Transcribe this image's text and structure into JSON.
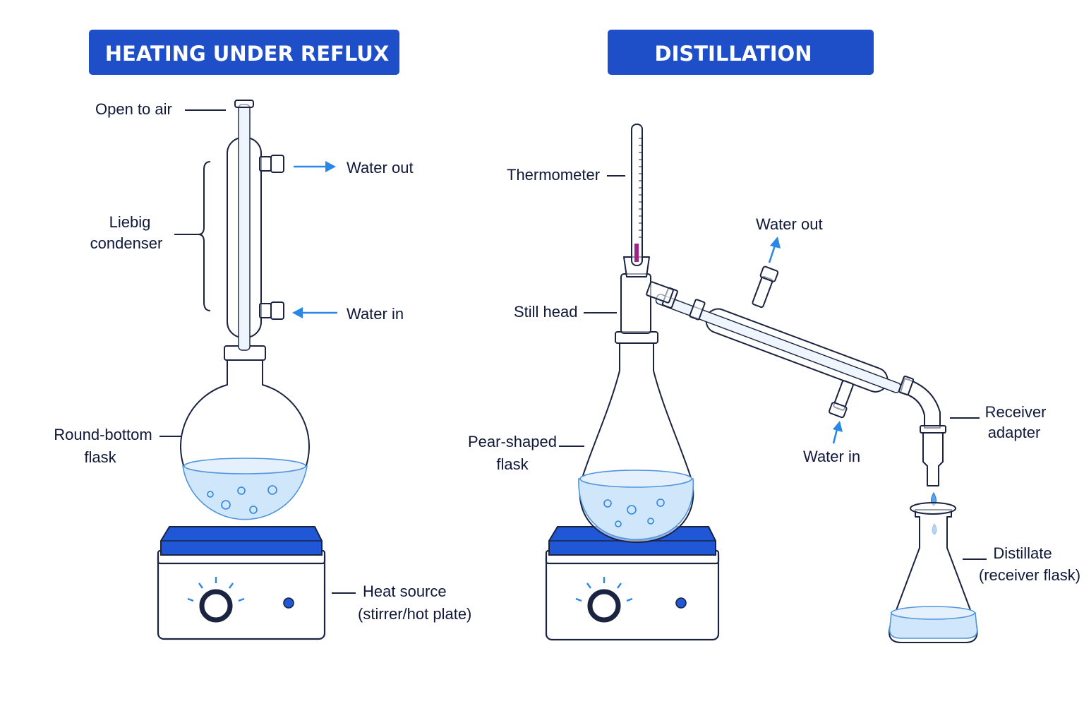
{
  "panels": {
    "reflux": {
      "title": "HEATING UNDER REFLUX",
      "labels": {
        "open_to_air": "Open to air",
        "water_out": "Water out",
        "liebig_line1": "Liebig",
        "liebig_line2": "condenser",
        "water_in": "Water in",
        "flask_line1": "Round-bottom",
        "flask_line2": "flask",
        "heat_line1": "Heat source",
        "heat_line2": "(stirrer/hot plate)"
      }
    },
    "distillation": {
      "title": "DISTILLATION",
      "labels": {
        "thermometer": "Thermometer",
        "water_out": "Water out",
        "still_head": "Still head",
        "pear_line1": "Pear-shaped",
        "pear_line2": "flask",
        "water_in": "Water in",
        "receiver_line1": "Receiver",
        "receiver_line2": "adapter",
        "distillate_line1": "Distillate",
        "distillate_line2": "(receiver flask)"
      }
    }
  },
  "colors": {
    "banner": "#1f4fc8",
    "arrow": "#2b87e6",
    "liquid": "#cfe6fb",
    "hotplate_top": "#1f57d6",
    "thermometer_fluid": "#a3228a",
    "outline": "#1a2340"
  }
}
